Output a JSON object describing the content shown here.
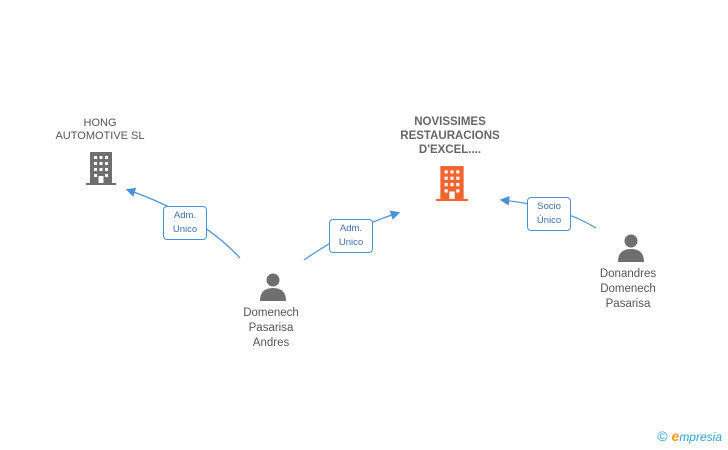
{
  "companies": [
    {
      "id": "hong",
      "label": "HONG\nAUTOMOTIVE SL",
      "color": "#6f6f6f"
    },
    {
      "id": "novissimes",
      "label": "NOVISSIMES\nRESTAURACIONS\nD'EXCEL....",
      "color": "#f26530"
    }
  ],
  "persons": [
    {
      "id": "domenech",
      "label": "Domenech\nPasarisa\nAndres",
      "color": "#6f6f6f"
    },
    {
      "id": "donandres",
      "label": "Donandres\nDomenech\nPasarisa",
      "color": "#6f6f6f"
    }
  ],
  "relations": [
    {
      "from": "domenech",
      "to": "hong",
      "label": "Adm.\nUnico"
    },
    {
      "from": "domenech",
      "to": "novissimes",
      "label": "Adm.\nUnico"
    },
    {
      "from": "donandres",
      "to": "novissimes",
      "label": "Socio\nÚnico"
    }
  ],
  "edge_color": "#4a90d9",
  "footer": {
    "copyright": "©",
    "brand_initial": "e",
    "brand_rest": "mpresia"
  }
}
